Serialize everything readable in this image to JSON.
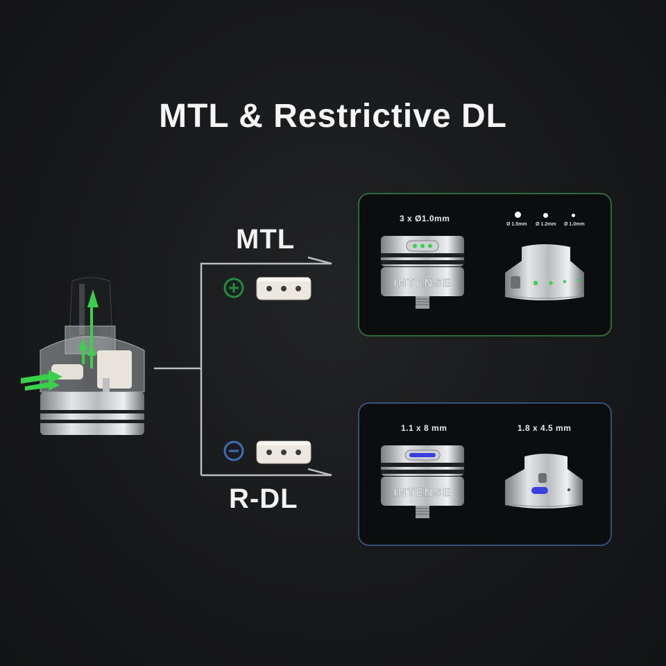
{
  "title": "MTL & Restrictive DL",
  "mtl": {
    "label": "MTL",
    "sign_icon": "plus-circle-icon",
    "panel": {
      "left_spec": "3 x Ø1.0mm",
      "hole_sizes": [
        "Ø 1.5mm",
        "Ø 1.2mm",
        "Ø 1.0mm"
      ],
      "brand_text": "INTENSE",
      "accent_color": "#2d6b3c"
    }
  },
  "rdl": {
    "label": "R-DL",
    "sign_icon": "minus-circle-icon",
    "panel": {
      "left_spec": "1.1 x 8 mm",
      "right_spec": "1.8 x 4.5 mm",
      "brand_text": "INTENSE",
      "accent_color": "#33517a"
    }
  },
  "colors": {
    "plus": "#1f8f3e",
    "minus": "#3a6fb8",
    "airflow_green": "#3ad14a",
    "slot_blue": "#3b3fe0"
  }
}
